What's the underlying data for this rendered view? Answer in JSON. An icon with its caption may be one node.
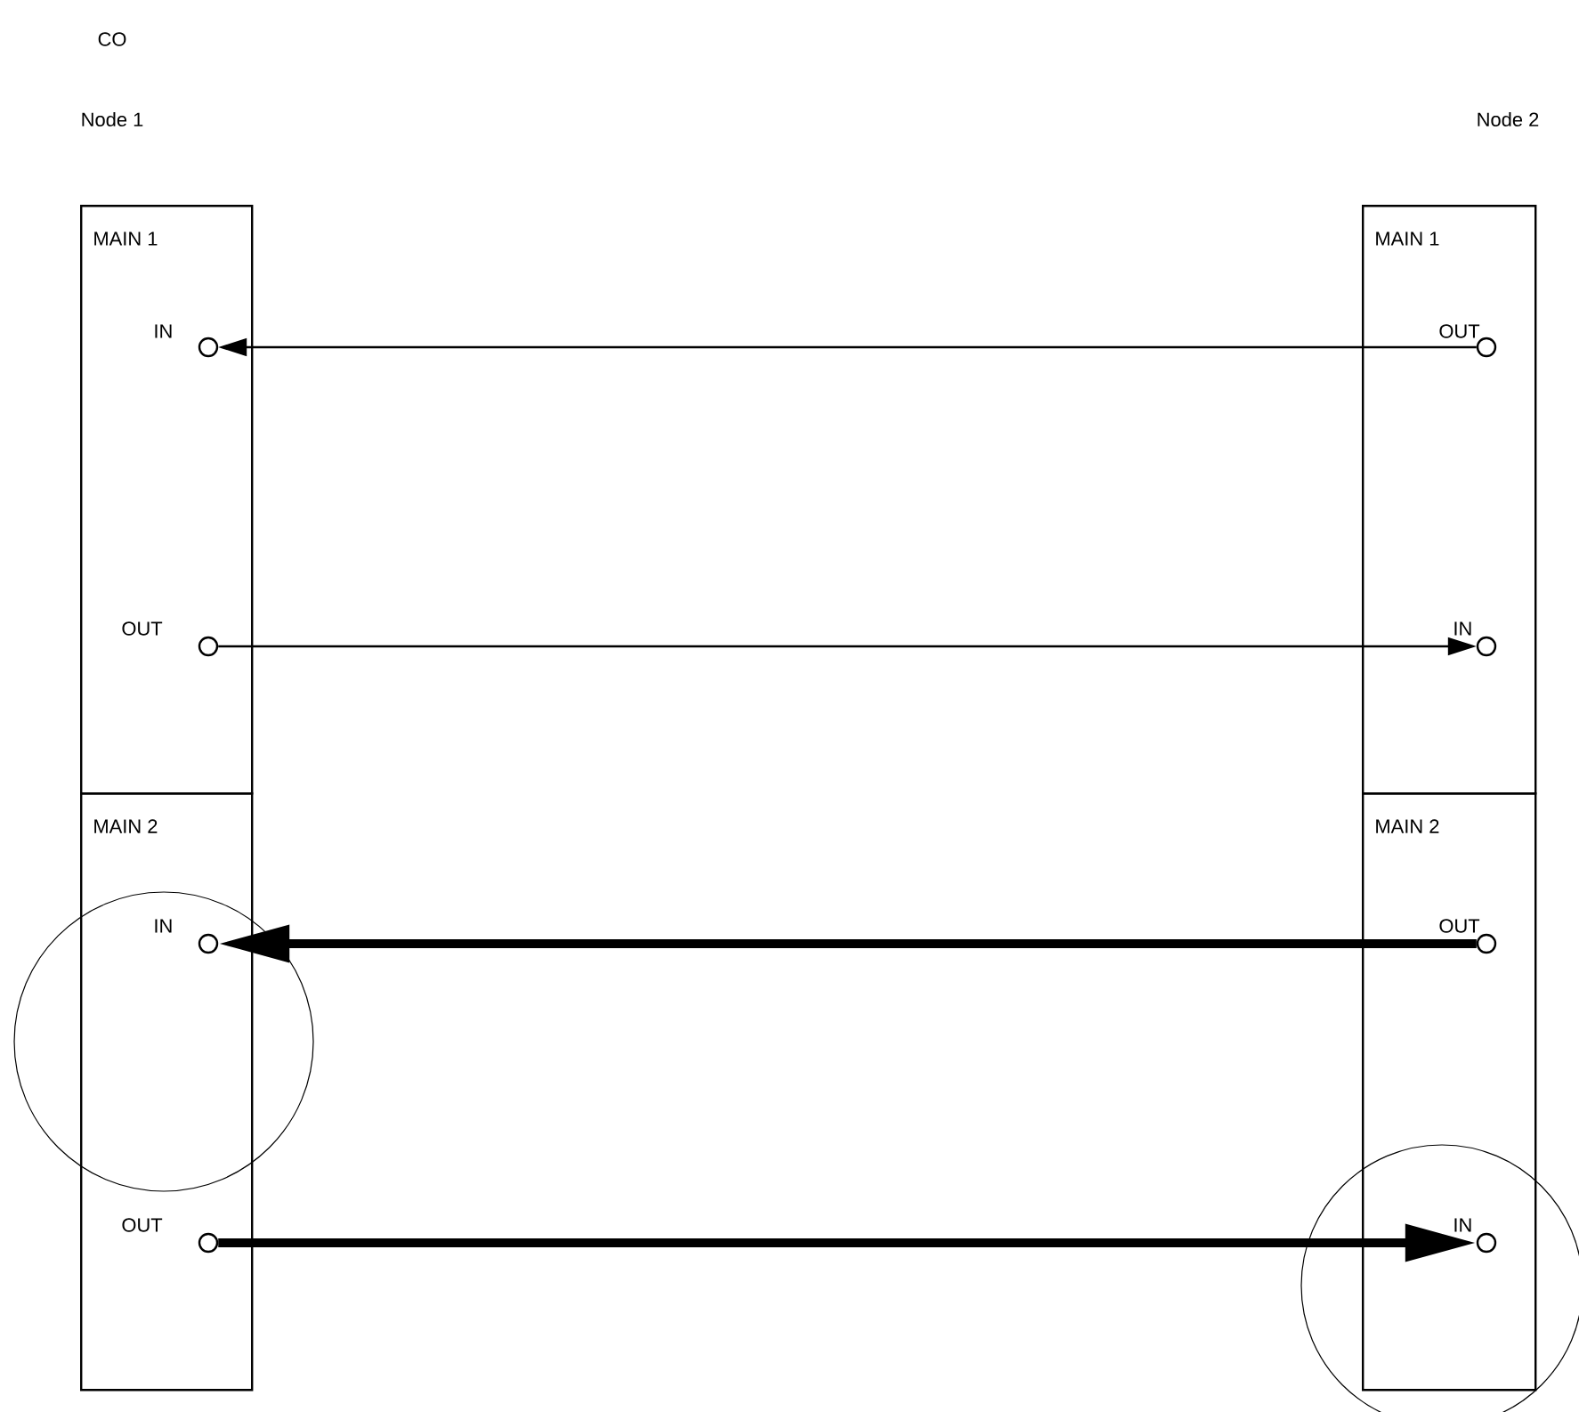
{
  "diagram": {
    "nodes": [
      {
        "text": [
          "MAIN 1"
        ]
      },
      {
        "text": [
          "MAIN 2"
        ]
      },
      {
        "text": [
          "MAIN 1"
        ]
      },
      {
        "text": [
          "MAIN 2"
        ]
      },
      {
        "text": [],
        "shape": "circle",
        "beside": [
          "IN"
        ],
        "in": 0
      },
      {
        "text": [],
        "shape": "circle",
        "beside": [
          "OUT"
        ],
        "in": 0
      },
      {
        "text": [],
        "shape": "circle",
        "beside": [
          "IN"
        ],
        "in": 1
      },
      {
        "text": [],
        "shape": "circle",
        "beside": [
          "OUT"
        ],
        "in": 1
      },
      {
        "text": [],
        "shape": "circle",
        "beside": [
          "OUT"
        ],
        "in": 2
      },
      {
        "text": [],
        "shape": "circle",
        "beside": [
          "IN"
        ],
        "in": 2
      },
      {
        "text": [],
        "shape": "circle",
        "beside": [
          "OUT"
        ],
        "in": 3
      },
      {
        "text": [],
        "shape": "circle",
        "beside": [
          "IN"
        ],
        "in": 3
      }
    ],
    "edges": [
      {
        "from": 8,
        "to": 4,
        "arrow": "to"
      },
      {
        "from": 5,
        "to": 9,
        "arrow": "to"
      },
      {
        "from": 10,
        "to": 6,
        "arrow": "to",
        "style": "thick"
      },
      {
        "from": 7,
        "to": 11,
        "arrow": "to",
        "style": "thick"
      }
    ],
    "labels": [
      "CO",
      "Node 1",
      "Node 2"
    ]
  }
}
